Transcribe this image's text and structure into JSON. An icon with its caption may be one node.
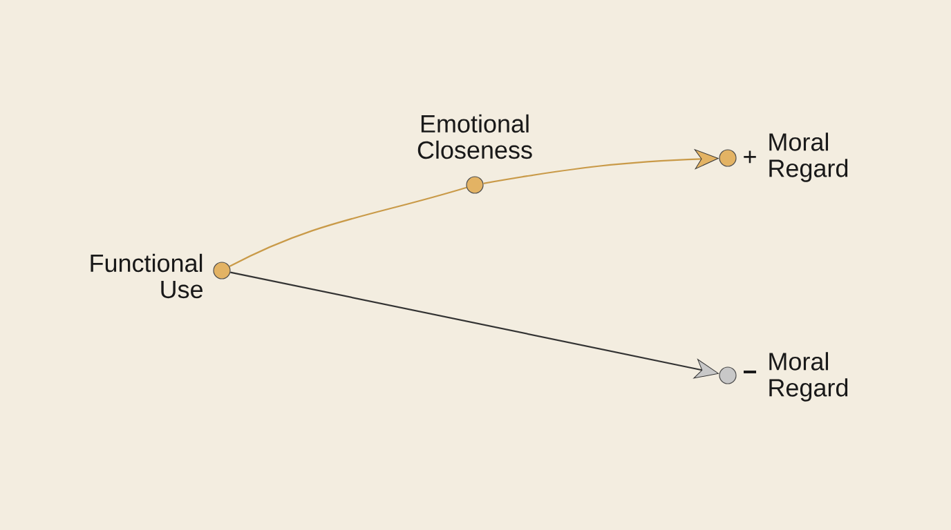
{
  "diagram": {
    "nodes": [
      {
        "text": [],
        "shape": "circle",
        "beside": [
          "Functional Use"
        ]
      },
      {
        "text": [],
        "shape": "circle",
        "beside": [
          "Emotional Closeness"
        ]
      },
      {
        "text": [],
        "shape": "circle",
        "beside": [
          "+",
          "Moral Regard"
        ]
      },
      {
        "text": [],
        "shape": "circle",
        "beside": [
          "−",
          "Moral Regard"
        ]
      }
    ],
    "edges": [
      {
        "from": 0,
        "to": 1,
        "arrow": "none",
        "color": "#c99a48"
      },
      {
        "from": 1,
        "to": 2,
        "arrow": "to",
        "color": "#c99a48"
      },
      {
        "from": 0,
        "to": 3,
        "arrow": "to",
        "color": "#333333"
      }
    ]
  }
}
